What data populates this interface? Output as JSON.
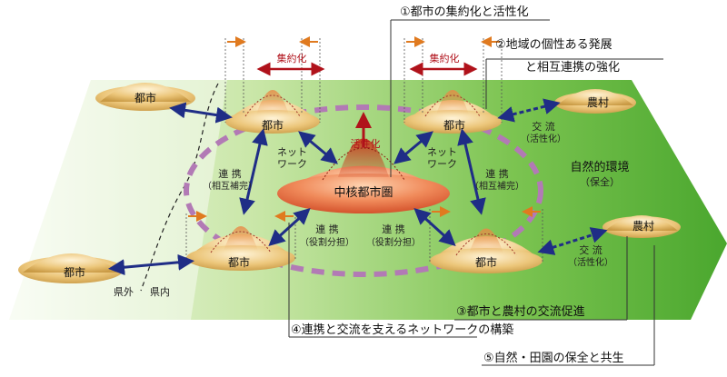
{
  "callouts": {
    "c1": "①都市の集約化と活性化",
    "c2a": "②地域の個性ある発展",
    "c2b": "と相互連携の強化",
    "c3": "③都市と農村の交流促進",
    "c4": "④連携と交流を支えるネットワークの構築",
    "c5": "⑤自然・田園の保全と共生"
  },
  "labels": {
    "shuyakuka": "集約化",
    "kasseika": "活性化",
    "core": "中核都市圏",
    "city": "都市",
    "village": "農村",
    "network1": "ネット",
    "network2": "ワーク",
    "renkei": "連 携",
    "sogo_hokan": "（相互補完）",
    "yakuwari_buntan": "（役割分担）",
    "koryu": "交 流",
    "kasseika_paren": "（活性化）",
    "shizen": "自然的環境",
    "hozen": "（保全）",
    "kengai": "県外",
    "kennai": "県内"
  },
  "colors": {
    "ground_light": "#e9f5d6",
    "ground_dark": "#4aa72e",
    "city_mound": "#e8c27a",
    "core_mound": "#e8623a",
    "ring": "#b27ab5",
    "arrow_blue": "#1f2d86",
    "orange_marker": "#e07a1f",
    "red_arrow": "#b0121b"
  }
}
